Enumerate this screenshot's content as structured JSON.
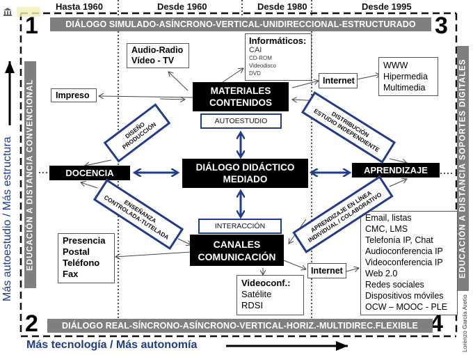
{
  "eras": [
    "Hasta 1960",
    "Desde 1960",
    "Desde 1980",
    "Desde 1995"
  ],
  "banners": {
    "top": "DIÁLOGO SIMULADO-ASÍNCRONO-VERTICAL-UNIDIRECCIONAL-ESTRUCTURADO",
    "bottom": "DIÁLOGO REAL-SÍNCRONO-ASÍNCRONO-VERTICAL-HORIZ.-MULTIDIREC.FLEXIBLE"
  },
  "quadrants": [
    "1",
    "2",
    "3",
    "4"
  ],
  "side_bars": {
    "left": "EDUCACIÓN A DISTANCIA CONVENCIONAL",
    "right": "EDUCACIÓN A DISTANCIA SOPORTES DIGITALES"
  },
  "axes": {
    "vertical": "Más autoestudio / Más estructura",
    "horizontal": "Más tecnología / Más autonomía"
  },
  "author": "Lorenzo García Aretio",
  "nodes": {
    "materiales": [
      "MATERIALES",
      "CONTENIDOS"
    ],
    "autoestudio": "AUTOESTUDIO",
    "dialogo": [
      "DIÁLOGO DIDÁCTICO",
      "MEDIADO"
    ],
    "docencia": "DOCENCIA",
    "aprendizaje": "APRENDIZAJE",
    "interaccion": "INTERACCIÓN",
    "canales": [
      "CANALES",
      "COMUNICACIÓN"
    ]
  },
  "links": {
    "diseno": [
      "DISEÑO",
      "PRODUCCIÓN"
    ],
    "distribucion": [
      "DISTRIBUCIÓN",
      "ESTUDIO INDEPENDIENTE"
    ],
    "ensenanza": [
      "ENSEÑANZA",
      "CONTROLADA-TUTELADA"
    ],
    "aprendizaje_linea": [
      "APRENDIZAJE EN LÍNEA",
      "INDIVIDUAL / COLABORATIVO"
    ]
  },
  "media": {
    "audio_radio": [
      "Audio-Radio",
      "Vídeo - TV"
    ],
    "impreso": "Impreso",
    "informaticos": {
      "title": "Informáticos:",
      "items": [
        "CAI",
        "CD-ROM",
        "Videodisco",
        "DVD"
      ]
    },
    "internet_top": "Internet",
    "web": [
      "WWW",
      "Hipermedia",
      "Multimedia"
    ],
    "presencia": [
      "Presencia",
      "Postal",
      "Teléfono",
      "Fax"
    ],
    "videoconf": {
      "title": "Videoconf.:",
      "items": [
        "Satélite",
        "RDSI"
      ]
    },
    "internet_bottom": "Internet",
    "digital": [
      "Email, listas",
      "CMC, LMS",
      "Telefonía IP, Chat",
      "Audioconferencia IP",
      "Videoconferencia IP",
      "Web 2.0",
      "Redes sociales",
      "Dispositivos móviles",
      "OCW – MOOC - PLE"
    ]
  },
  "colors": {
    "blue": "#1f3c8c",
    "gray": "#7f7f7f",
    "axis_text": "#1f3c8c"
  }
}
